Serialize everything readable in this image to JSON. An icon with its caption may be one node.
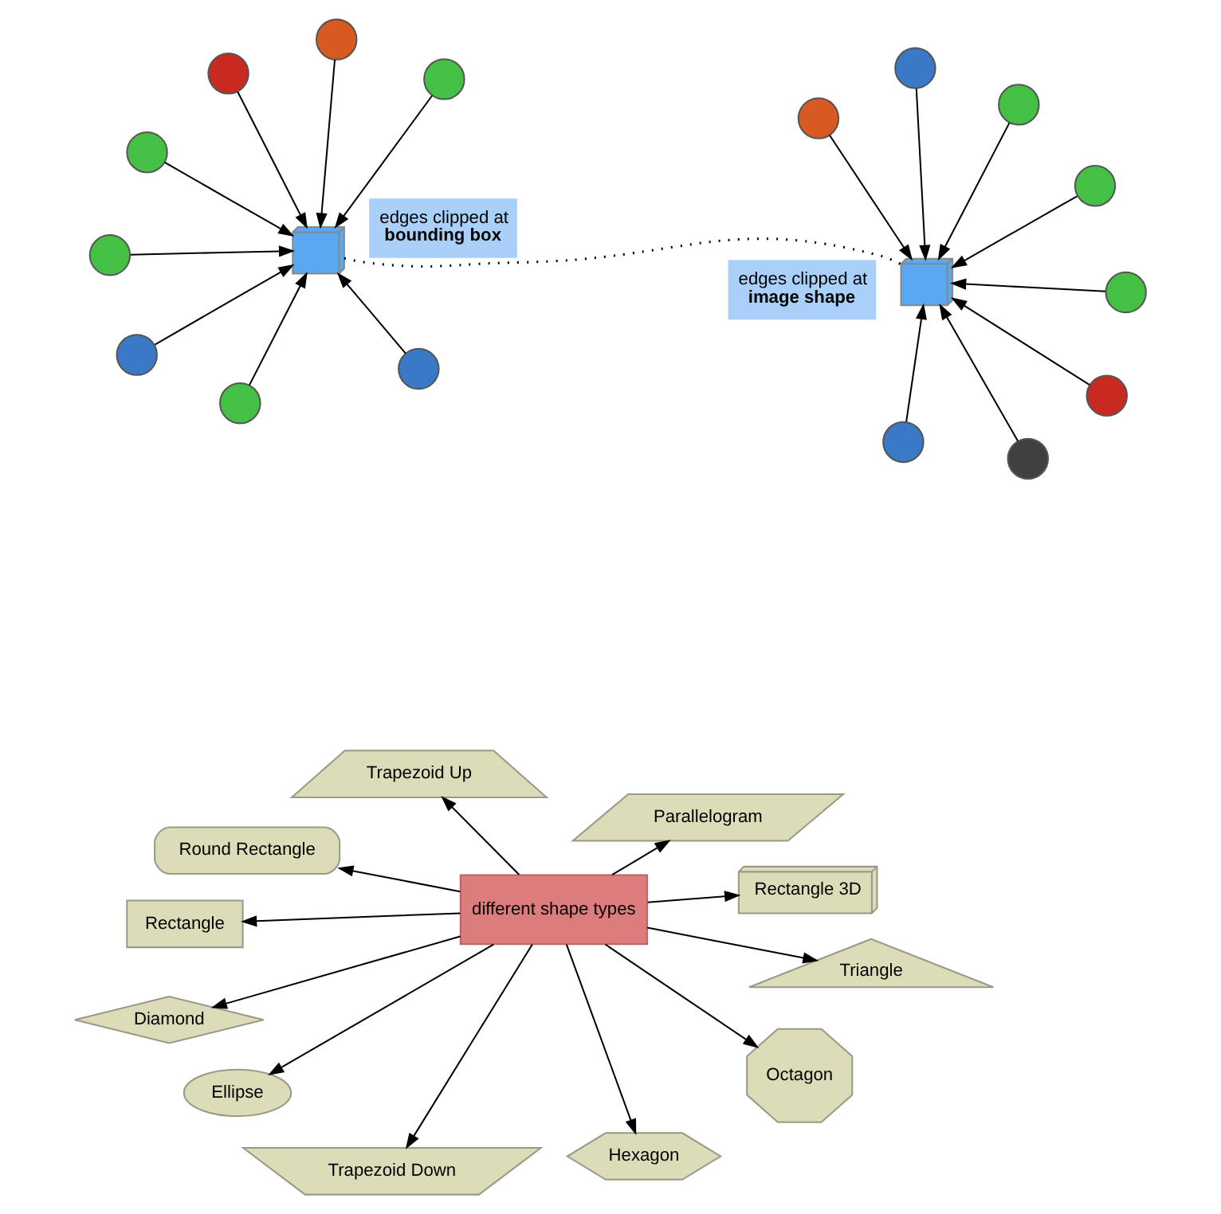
{
  "diagram": {
    "nodes": [
      {
        "text": [
          "different shape types"
        ]
      },
      {
        "text": [
          "Rectangle 3D"
        ]
      },
      {
        "text": [
          "Trapezoid Down"
        ]
      },
      {
        "text": [
          "Trapezoid Up"
        ]
      },
      {
        "text": [
          "Parallelogram"
        ]
      },
      {
        "text": [
          "Round Rectangle"
        ]
      },
      {
        "text": [
          "Diamond"
        ]
      },
      {
        "text": [
          "Triangle"
        ]
      },
      {
        "text": [
          "Ellipse"
        ]
      },
      {
        "text": [
          "Octagon"
        ]
      },
      {
        "text": [
          "Hexagon"
        ]
      },
      {
        "text": [
          "Rectangle"
        ]
      },
      {
        "text": [],
        "shape": "picture"
      },
      {
        "text": [
          "edges clipped at **bounding box**"
        ]
      },
      {
        "text": [],
        "shape": "person"
      },
      {
        "text": [],
        "shape": "person"
      },
      {
        "text": [],
        "shape": "person"
      },
      {
        "text": [],
        "shape": "person"
      },
      {
        "text": [],
        "shape": "person"
      },
      {
        "text": [],
        "shape": "person"
      },
      {
        "text": [],
        "shape": "person"
      },
      {
        "text": [],
        "shape": "person"
      },
      {
        "text": [],
        "shape": "picture"
      },
      {
        "text": [
          "edges clipped at **image shape**"
        ]
      },
      {
        "text": [],
        "shape": "person"
      },
      {
        "text": [],
        "shape": "person"
      },
      {
        "text": [],
        "shape": "person"
      },
      {
        "text": [],
        "shape": "person"
      },
      {
        "text": [],
        "shape": "person"
      },
      {
        "text": [],
        "shape": "person"
      },
      {
        "text": [],
        "shape": "person"
      },
      {
        "text": [],
        "shape": "person"
      }
    ],
    "edges": [
      {
        "from": 0,
        "to": 1,
        "arrow": "to"
      },
      {
        "from": 0,
        "to": 2,
        "arrow": "to"
      },
      {
        "from": 0,
        "to": 3,
        "arrow": "to"
      },
      {
        "from": 0,
        "to": 4,
        "arrow": "to"
      },
      {
        "from": 0,
        "to": 5,
        "arrow": "to"
      },
      {
        "from": 0,
        "to": 6,
        "arrow": "to"
      },
      {
        "from": 0,
        "to": 7,
        "arrow": "to"
      },
      {
        "from": 0,
        "to": 8,
        "arrow": "to"
      },
      {
        "from": 0,
        "to": 9,
        "arrow": "to"
      },
      {
        "from": 0,
        "to": 10,
        "arrow": "to"
      },
      {
        "from": 0,
        "to": 11,
        "arrow": "to"
      },
      {
        "from": 14,
        "to": 12,
        "arrow": "to"
      },
      {
        "from": 15,
        "to": 12,
        "arrow": "to"
      },
      {
        "from": 16,
        "to": 12,
        "arrow": "to"
      },
      {
        "from": 17,
        "to": 12,
        "arrow": "to"
      },
      {
        "from": 18,
        "to": 12,
        "arrow": "to"
      },
      {
        "from": 19,
        "to": 12,
        "arrow": "to"
      },
      {
        "from": 20,
        "to": 12,
        "arrow": "to"
      },
      {
        "from": 21,
        "to": 12,
        "arrow": "to"
      },
      {
        "from": 12,
        "to": 22,
        "arrow": "none",
        "style": "dashed"
      },
      {
        "from": 24,
        "to": 22,
        "arrow": "to"
      },
      {
        "from": 25,
        "to": 22,
        "arrow": "to"
      },
      {
        "from": 26,
        "to": 22,
        "arrow": "to"
      },
      {
        "from": 27,
        "to": 22,
        "arrow": "to"
      },
      {
        "from": 28,
        "to": 22,
        "arrow": "to"
      },
      {
        "from": 29,
        "to": 22,
        "arrow": "to"
      },
      {
        "from": 30,
        "to": 22,
        "arrow": "to"
      },
      {
        "from": 31,
        "to": 22,
        "arrow": "to"
      }
    ]
  }
}
